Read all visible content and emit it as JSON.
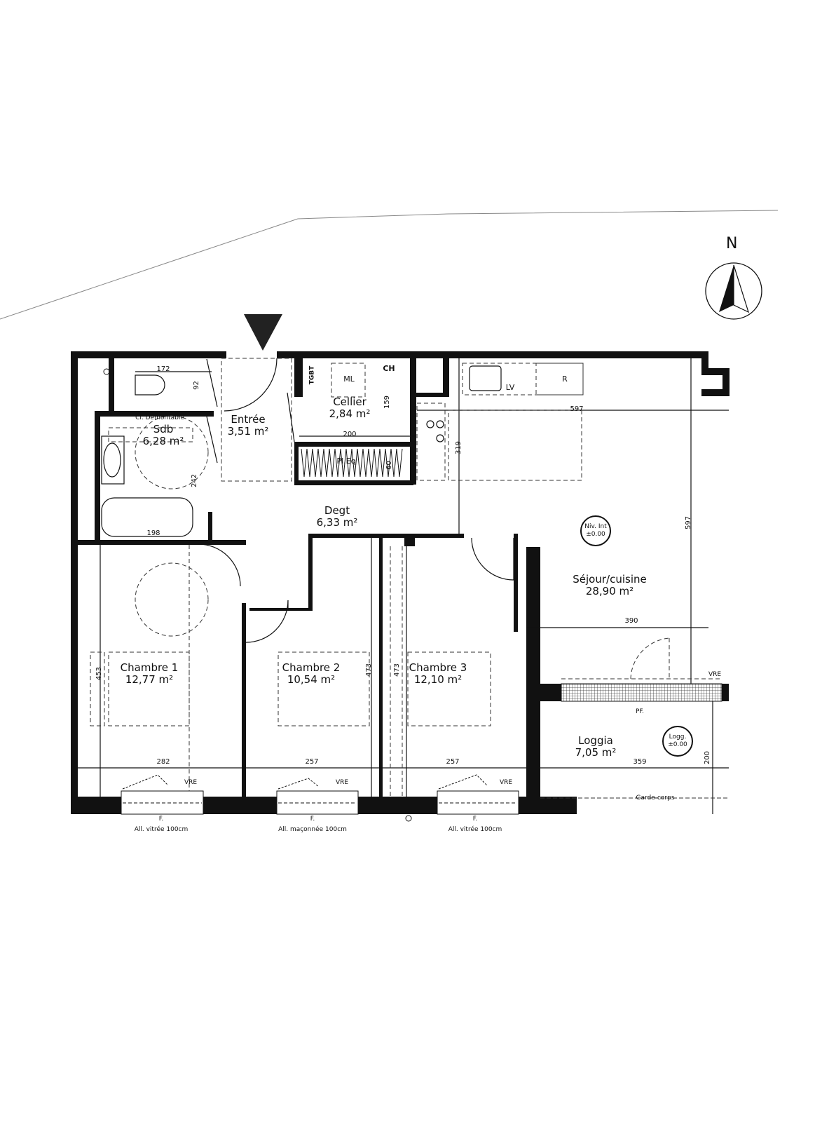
{
  "compass": {
    "label": "N"
  },
  "rooms": {
    "entree": {
      "name": "Entrée",
      "area": "3,51 m²"
    },
    "sdb": {
      "name": "Sdb",
      "area": "6,28 m²",
      "note": "Cl. Démontable"
    },
    "cellier": {
      "name": "Cellier",
      "area": "2,84 m²"
    },
    "degt": {
      "name": "Degt",
      "area": "6,33 m²"
    },
    "sejour": {
      "name": "Séjour/cuisine",
      "area": "28,90 m²"
    },
    "chambre1": {
      "name": "Chambre 1",
      "area": "12,77 m²"
    },
    "chambre2": {
      "name": "Chambre 2",
      "area": "10,54 m²"
    },
    "chambre3": {
      "name": "Chambre 3",
      "area": "12,10 m²"
    },
    "loggia": {
      "name": "Loggia",
      "area": "7,05 m²"
    }
  },
  "equipment": {
    "tgbt": "TGBT",
    "ml": "ML",
    "ch": "CH",
    "pl_eq": "Pl.Eq",
    "lv": "LV",
    "r": "R"
  },
  "dimensions": {
    "wc_width": "172",
    "wc_depth": "92",
    "sdb_depth": "242",
    "sdb_width": "198",
    "cellier_depth": "159",
    "cellier_width": "200",
    "placard_depth": "60",
    "kitchen_depth": "319",
    "kitchen_width": "597",
    "sejour_depth": "597",
    "sejour_width": "390",
    "ch1_depth": "453",
    "ch2_depth": "473",
    "ch3_depth": "473",
    "ch1_width": "282",
    "ch2_width": "257",
    "ch3_width": "257",
    "loggia_width": "359",
    "loggia_depth": "200"
  },
  "levels": {
    "interior": {
      "line1": "Niv. Int",
      "line2": "±0.00"
    },
    "loggia": {
      "line1": "Logg.",
      "line2": "±0.00"
    }
  },
  "openings": {
    "vre": "VRE",
    "pf": "PF.",
    "f": "F.",
    "garde_corps": "Garde-corps",
    "window1_note": "All. vitrée 100cm",
    "window2_note": "All. maçonnée 100cm",
    "window3_note": "All. vitrée 100cm"
  }
}
